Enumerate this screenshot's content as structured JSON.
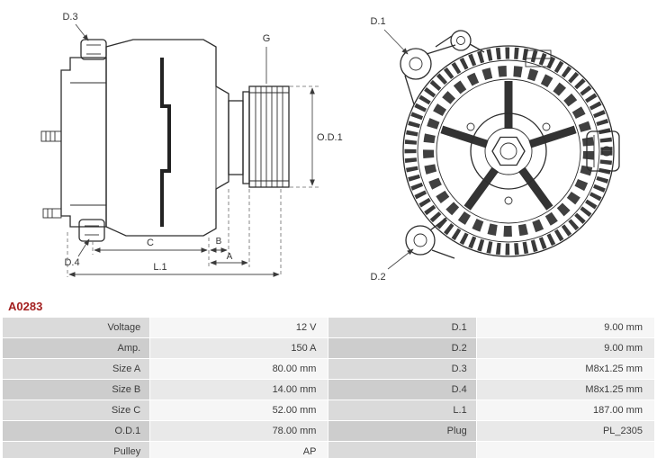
{
  "part_number": "A0283",
  "colors": {
    "part_number_red": "#a31f1f",
    "row_label_bg": "#dadada",
    "row_label_bg_alt": "#cdcdcd",
    "row_value_bg": "#f6f6f6",
    "row_value_bg_alt": "#e9e9e9",
    "line_color": "#2e2e2e"
  },
  "drawing": {
    "labels": {
      "d1": "D.1",
      "d2": "D.2",
      "d3": "D.3",
      "d4": "D.4",
      "g": "G",
      "od1": "O.D.1",
      "a": "A",
      "b": "B",
      "c": "C",
      "l1": "L.1"
    }
  },
  "spec_table": {
    "rows": [
      {
        "label_left": "Voltage",
        "value_left": "12 V",
        "label_right": "D.1",
        "value_right": "9.00 mm"
      },
      {
        "label_left": "Amp.",
        "value_left": "150 A",
        "label_right": "D.2",
        "value_right": "9.00 mm"
      },
      {
        "label_left": "Size A",
        "value_left": "80.00 mm",
        "label_right": "D.3",
        "value_right": "M8x1.25 mm"
      },
      {
        "label_left": "Size B",
        "value_left": "14.00 mm",
        "label_right": "D.4",
        "value_right": "M8x1.25 mm"
      },
      {
        "label_left": "Size C",
        "value_left": "52.00 mm",
        "label_right": "L.1",
        "value_right": "187.00 mm"
      },
      {
        "label_left": "O.D.1",
        "value_left": "78.00 mm",
        "label_right": "Plug",
        "value_right": "PL_2305"
      },
      {
        "label_left": "Pulley",
        "value_left": "AP",
        "label_right": "",
        "value_right": ""
      }
    ]
  }
}
